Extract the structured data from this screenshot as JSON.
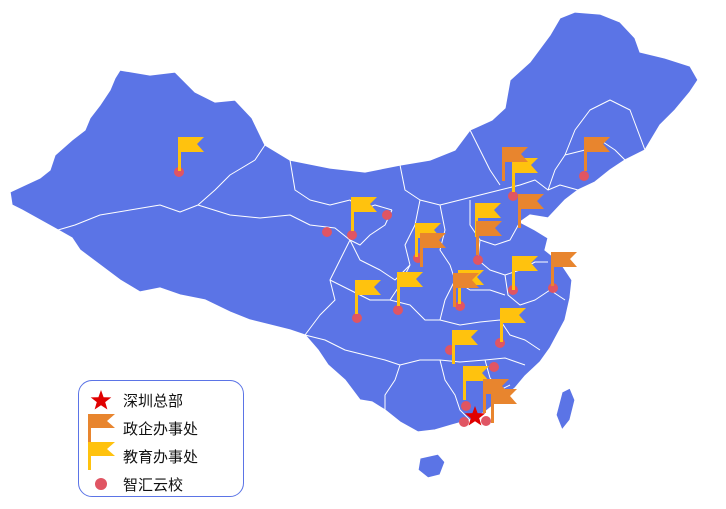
{
  "map": {
    "fill_color": "#5b74e6",
    "border_color": "#ffffff",
    "flag_colors": {
      "government_office": "#e8852e",
      "education_office": "#ffc20e"
    },
    "campus_color": "#e05563",
    "hq_color": "#e00000"
  },
  "legend": {
    "items": [
      {
        "icon": "red-star-icon",
        "label": "深圳总部"
      },
      {
        "icon": "orange-flag-icon",
        "label": "政企办事处"
      },
      {
        "icon": "yellow-flag-icon",
        "label": "教育办事处"
      },
      {
        "icon": "red-dot-icon",
        "label": "智汇云校"
      }
    ]
  }
}
